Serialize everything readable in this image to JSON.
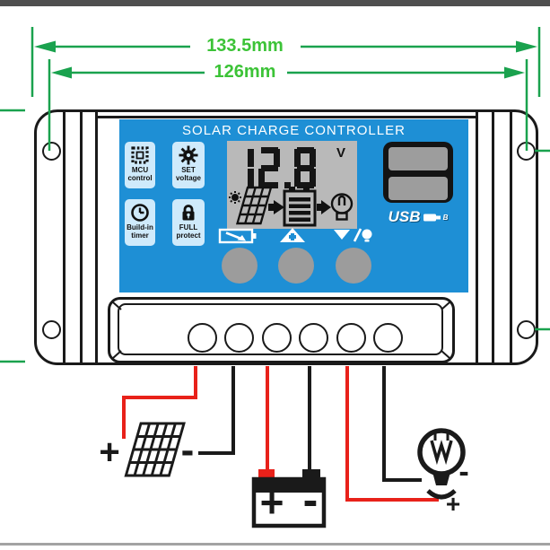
{
  "dimensions": {
    "width_outer": "133.5mm",
    "width_inner": "126mm"
  },
  "device": {
    "title": "SOLAR CHARGE CONTROLLER",
    "feature_tiles": [
      {
        "icon": "mcu-chip-icon",
        "line1": "MCU",
        "line2": "control"
      },
      {
        "icon": "gear-icon",
        "line1": "SET",
        "line2": "voltage"
      },
      {
        "icon": "clock-icon",
        "line1": "Build-in",
        "line2": "timer"
      },
      {
        "icon": "padlock-icon",
        "line1": "FULL",
        "line2": "protect"
      }
    ],
    "lcd": {
      "voltage": "12.8",
      "unit": "V",
      "flow_icons": [
        "sun-icon",
        "solar-panel-icon",
        "arrow-right-icon",
        "battery-icon",
        "arrow-right-icon",
        "bulb-icon"
      ]
    },
    "indicator_icons": [
      "battery-charge-icon",
      "triangle-plus-icon",
      "load-bulb-icon"
    ],
    "usb": {
      "label": "USB",
      "sub": "B",
      "icon": "usb-plug-icon"
    }
  },
  "wiring": {
    "solar_panel": {
      "plus": "+",
      "minus": "-"
    },
    "battery": {
      "plus": "+",
      "minus": "-"
    },
    "lamp": {
      "plus": "+",
      "minus": "-"
    }
  },
  "colors": {
    "panel_blue": "#1e8fd5",
    "tile_bg": "#cfeafb",
    "lcd_gray": "#b9b9b9",
    "button_gray": "#9c9c9c",
    "usb_port_gray": "#9d9d9d",
    "usb_frame": "#141414",
    "wire_red": "#e8211a",
    "line_black": "#1a1a1a",
    "dim_line_green": "#1aa24e",
    "dim_text_green": "#3cc337",
    "top_bar_gray": "#4f4f4f",
    "bottom_bar_gray": "#a3a3a3"
  }
}
